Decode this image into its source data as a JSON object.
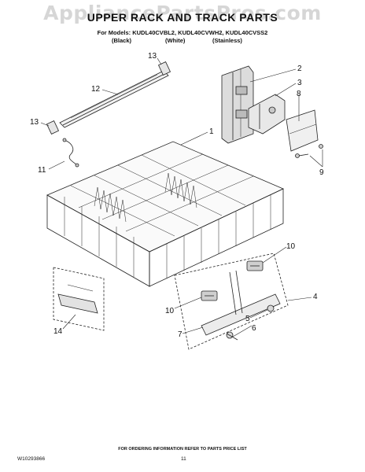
{
  "watermark": "AppliancePartsPros.com",
  "title": "UPPER RACK AND TRACK PARTS",
  "models_line": "For Models: KUDL40CVBL2, KUDL40CVWH2, KUDL40CVSS2",
  "variants": [
    "(Black)",
    "(White)",
    "(Stainless)"
  ],
  "callouts": {
    "c1": "1",
    "c2": "2",
    "c3": "3",
    "c4": "4",
    "c5": "5",
    "c6": "6",
    "c7": "7",
    "c8": "8",
    "c9": "9",
    "c10a": "10",
    "c10b": "10",
    "c11": "11",
    "c12": "12",
    "c13a": "13",
    "c13b": "13",
    "c14": "14"
  },
  "footer_note": "FOR ORDERING INFORMATION REFER TO PARTS PRICE LIST",
  "doc_id": "W10293866",
  "page_number": "11"
}
